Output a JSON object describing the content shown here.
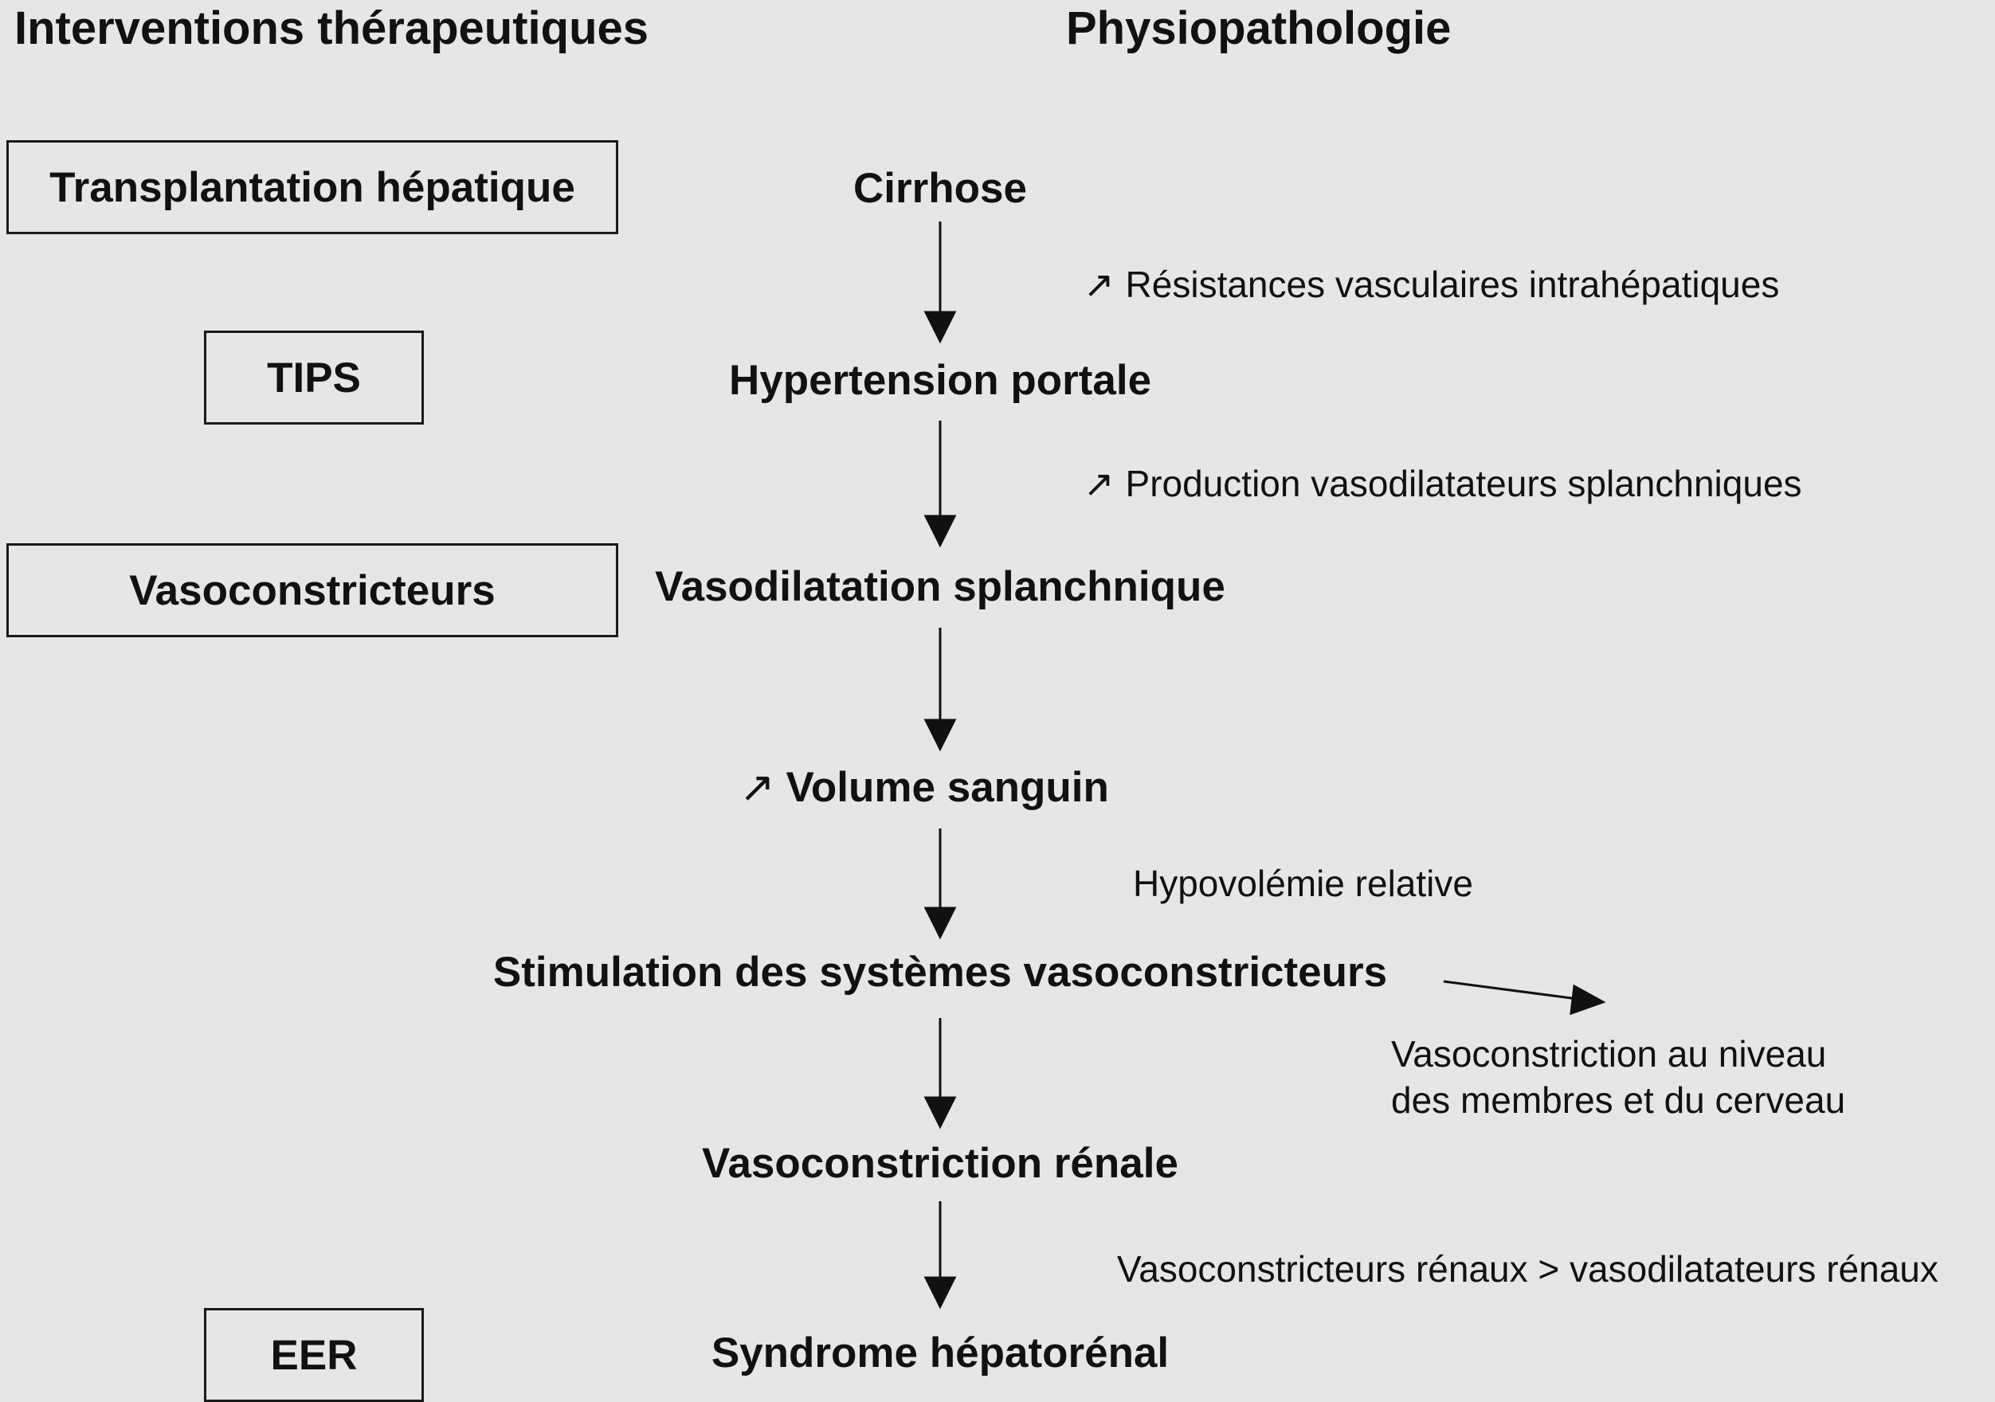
{
  "headers": {
    "left": "Interventions thérapeutiques",
    "right": "Physiopathologie"
  },
  "interventions": [
    {
      "id": "transplant",
      "label": "Transplantation hépatique"
    },
    {
      "id": "tips",
      "label": "TIPS"
    },
    {
      "id": "vasoconstricteurs",
      "label": "Vasoconstricteurs"
    },
    {
      "id": "eer",
      "label": "EER"
    }
  ],
  "steps": [
    {
      "id": "cirrhose",
      "label": "Cirrhose"
    },
    {
      "id": "hypertension",
      "label": "Hypertension portale"
    },
    {
      "id": "vasodilatation",
      "label": "Vasodilatation splanchnique"
    },
    {
      "id": "volume",
      "label": "Volume sanguin",
      "prefix": "↗"
    },
    {
      "id": "stimulation",
      "label": "Stimulation des systèmes vasoconstricteurs"
    },
    {
      "id": "vasoconstriction-renale",
      "label": "Vasoconstriction rénale"
    },
    {
      "id": "syndrome",
      "label": "Syndrome hépatorénal"
    }
  ],
  "annotations": [
    {
      "id": "resistances",
      "label": "Résistances vasculaires intrahépatiques",
      "prefix": "↗"
    },
    {
      "id": "production",
      "label": "Production vasodilatateurs splanchniques",
      "prefix": "↗"
    },
    {
      "id": "hypovolemie",
      "label": "Hypovolémie relative"
    },
    {
      "id": "membres",
      "lines": [
        "Vasoconstriction au niveau",
        "des membres et du cerveau"
      ]
    },
    {
      "id": "renaux",
      "label": "Vasoconstricteurs rénaux > vasodilatateurs rénaux"
    }
  ]
}
